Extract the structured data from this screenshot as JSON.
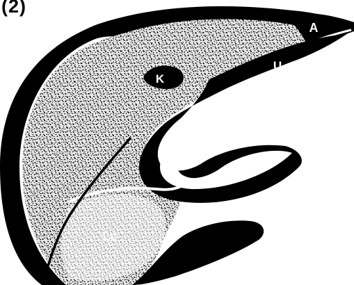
{
  "figure": {
    "panel_label": "(2)",
    "labels": {
      "a": "A",
      "u": "U",
      "k": "K",
      "lc": "Lc"
    }
  },
  "colors": {
    "ink": "#000000",
    "paper": "#ffffff",
    "stipple_background": "#e6e6e6"
  }
}
